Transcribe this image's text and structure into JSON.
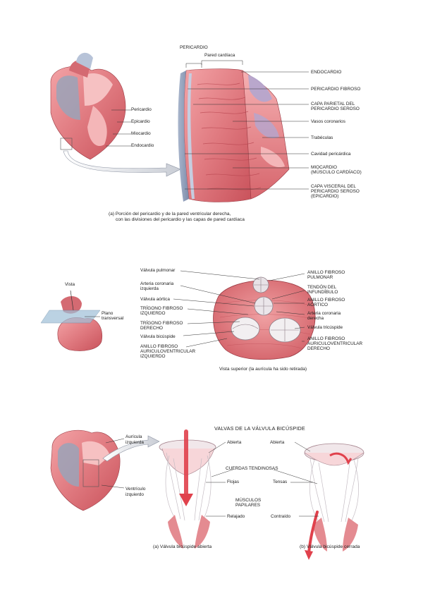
{
  "panel1": {
    "heart_labels": [
      "Pericardio",
      "Epicardio",
      "Miocardio",
      "Endocardio"
    ],
    "top_labels": {
      "pericardio": "PERICARDIO",
      "pared": "Pared cardíaca"
    },
    "right_labels": [
      "ENDOCARDIO",
      "PERICARDIO FIBROSO",
      "CAPA PARIETAL DEL",
      "PERICARDIO SEROSO",
      "Vasos coronarios",
      "Trabéculas",
      "Cavidad pericárdica",
      "MIOCARDIO",
      "(MÚSCULO CARDÍACO)",
      "CAPA VISCERAL DEL",
      "PERICARDIO SEROSO",
      "(EPICARDIO)"
    ],
    "caption_line1": "(a) Porción del pericardio y de la pared ventricular derecha,",
    "caption_line2": "con las divisiones del pericardio y las capas de pared cardíaca"
  },
  "panel2": {
    "small_labels": {
      "vista": "Vista",
      "plano1": "Plano",
      "plano2": "transversal"
    },
    "left_labels": [
      "Válvula pulmonar",
      "Arteria coronaria",
      "izquierda",
      "Válvula aórtica",
      "TRÍGONO FIBROSO",
      "IZQUIERDO",
      "TRÍGONO FIBROSO",
      "DERECHO",
      "Válvula bicúspide",
      "ANILLO FIBROSO",
      "AURICULOVENTRICULAR",
      "IZQUIERDO"
    ],
    "right_labels": [
      "ANILLO FIBROSO",
      "PULMONAR",
      "TENDÓN DEL",
      "INFUNDÍBULO",
      "ANILLO FIBROSO",
      "AÓRTICO",
      "Arteria coronaria",
      "derecha",
      "Válvula tricúspide",
      "ANILLO FIBROSO",
      "AURICULOVENTRICULAR",
      "DERECHO"
    ],
    "caption": "Vista superior (la aurícula ha sido retirada)"
  },
  "panel3": {
    "title": "VALVAS DE LA VÁLVULA BICÚSPIDE",
    "heart_labels": [
      "Aurícula",
      "izquierda",
      "Ventrículo",
      "izquierdo"
    ],
    "abierta_left": "Abierta",
    "abierta_right": "Abierta",
    "cuerdas": "CUERDAS TENDINOSAS",
    "flojas": "Flojas",
    "tensas": "Tensas",
    "musculos1": "MÚSCULOS",
    "musculos2": "PAPILARES",
    "relajado": "Relajado",
    "contraido": "Contraído",
    "caption_a": "(a) Válvula bicúspide abierta",
    "caption_b": "(b) Válvula bicúspide cerrada"
  }
}
